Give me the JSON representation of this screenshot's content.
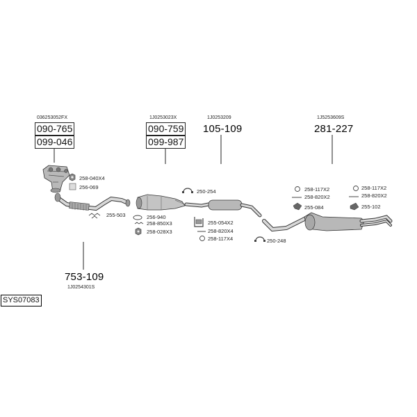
{
  "groups": {
    "front": {
      "oem": "036253052FX",
      "parts": [
        "090-765",
        "099-046"
      ]
    },
    "cat": {
      "oem": "1J0253023X",
      "parts": [
        "090-759",
        "099-987"
      ]
    },
    "middle": {
      "oem": "1J0253209",
      "part": "105-109"
    },
    "rear": {
      "oem": "1J5253609S",
      "part": "281-227"
    },
    "pipe": {
      "part": "753-109",
      "oem": "1J0254301S"
    }
  },
  "small_parts": {
    "p258_040": "258-040X4",
    "p256_069": "256-069",
    "p255_503": "255-503",
    "p256_940": "256-940",
    "p258_850": "258-850X3",
    "p258_028": "258-028X3",
    "p250_254": "250-254",
    "p255_054": "255-054X2",
    "p258_820a": "258-820X4",
    "p258_117a": "258-117X4",
    "p250_248": "250-248",
    "p258_117b": "258-117X2",
    "p258_820b": "258-820X2",
    "p255_084": "255-084",
    "p258_117c": "258-117X2",
    "p258_820c": "258-820X2",
    "p255_102": "255-102"
  },
  "system_code": "SYS07083",
  "colors": {
    "line": "#222222",
    "part_fill": "#c8c8c8",
    "part_dark": "#6e6e6e"
  }
}
